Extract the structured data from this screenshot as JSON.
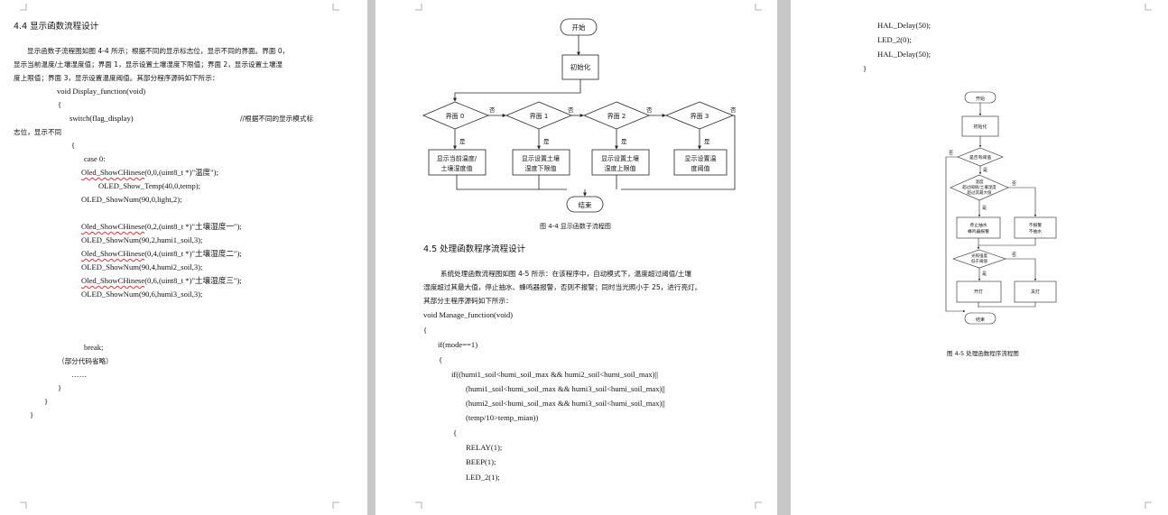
{
  "page1": {
    "heading": "4.4  显示函数流程设计",
    "para": [
      "显示函数子流程图如图 4-4 所示；根据不同的显示标志位，显示不同的界面。界面 0，",
      "显示当前温度/土壤湿度值；界面 1，显示设置土壤湿度下限值；界面 2，显示设置土壤湿",
      "度上限值；界面 3，显示设置温度阈值。其部分程序源码如下所示："
    ],
    "code": {
      "func_decl": "void Display_function(void)",
      "open1": "{",
      "switch_line": "switch(flag_display)",
      "switch_comment": "//根据不同的显示模式标",
      "wrap_text": "志位，显示不同",
      "open2": "{",
      "case0": "case 0:",
      "l1_fn": "Oled_ShowCHinese",
      "l1_rest": "(0,0,(uint8_t *)\"温度\");",
      "l2": "OLED_Show_Temp(40,0,temp);",
      "l3": "OLED_ShowNum(90,0,light,2);",
      "l4_fn": "Oled_ShowCHinese",
      "l4_rest": "(0,2,(uint8_t *)\"土壤湿度一\");",
      "l5": "OLED_ShowNum(90,2,humi1_soil,3);",
      "l6_fn": "Oled_ShowCHinese",
      "l6_rest": "(0,4,(uint8_t *)\"土壤湿度二\");",
      "l7": "OLED_ShowNum(90,4,humi2_soil,3);",
      "l8_fn": "Oled_ShowCHinese",
      "l8_rest": "(0,6,(uint8_t *)\"土壤湿度三\");",
      "l9": "OLED_ShowNum(90,6,humi3_soil,3);",
      "brk": "break;",
      "omit": "（部分代码省略）",
      "dots": "……",
      "close1": "}",
      "close2": "}",
      "close3": "}"
    }
  },
  "page2": {
    "flow": {
      "start": "开始",
      "init": "初始化",
      "decisions": [
        "界面 0",
        "界面 1",
        "界面 2",
        "界面 3"
      ],
      "yes": "是",
      "no": "否",
      "boxes": [
        [
          "显示当前温度/",
          "土壤湿度值"
        ],
        [
          "显示设置土壤",
          "湿度下限值"
        ],
        [
          "显示设置土壤",
          "湿度上限值"
        ],
        [
          "显示设置温",
          "度阈值"
        ]
      ],
      "end": "结束"
    },
    "caption": "图 4-4   显示函数子流程图",
    "heading": "4.5 处理函数程序流程设计",
    "para": [
      "系统处理函数流程图如图 4-5 所示：在该程序中，自动模式下，温度超过阈值/土壤",
      "湿度超过其最大值，停止抽水、蜂鸣器报警，否则不报警；同时当光照小于 25，进行亮灯。",
      "其部分主程序源码如下所示："
    ],
    "code": {
      "func_decl": "void Manage_function(void)",
      "open1": "{",
      "if_mode": "if(mode==1)",
      "open2": "{",
      "if1": "if((humi1_soil<humi_soil_max && humi2_soil<humi_soil_max)||",
      "if2": "(humi1_soil<humi_soil_max && humi3_soil<humi_soil_max)||",
      "if3": "(humi2_soil<humi_soil_max && humi3_soil<humi_soil_max)||",
      "if4": "(temp/10>temp_mian))",
      "open3": "{",
      "c1": "RELAY(1);",
      "c2": "BEEP(1);",
      "c3": "LED_2(1);"
    }
  },
  "page3": {
    "code": {
      "l1": "HAL_Delay(50);",
      "l2": "LED_2(0);",
      "l3": "HAL_Delay(50);",
      "close": "}"
    },
    "flow": {
      "start": "开始",
      "init": "初始化",
      "d1": "是否有阈值",
      "d2": [
        "温度",
        "超过阈值/土壤湿度",
        "超过其最大值"
      ],
      "b_stop": [
        "停止抽水",
        "蜂鸣器报警"
      ],
      "b_noalarm": [
        "不报警",
        "不抽水"
      ],
      "d3": [
        "光照强度",
        "低于阈值"
      ],
      "b_on": "开灯",
      "b_off": "关灯",
      "end": "结束",
      "yes": "是",
      "no": "否"
    },
    "caption": "图 4-5   处理函数程序流程图"
  }
}
